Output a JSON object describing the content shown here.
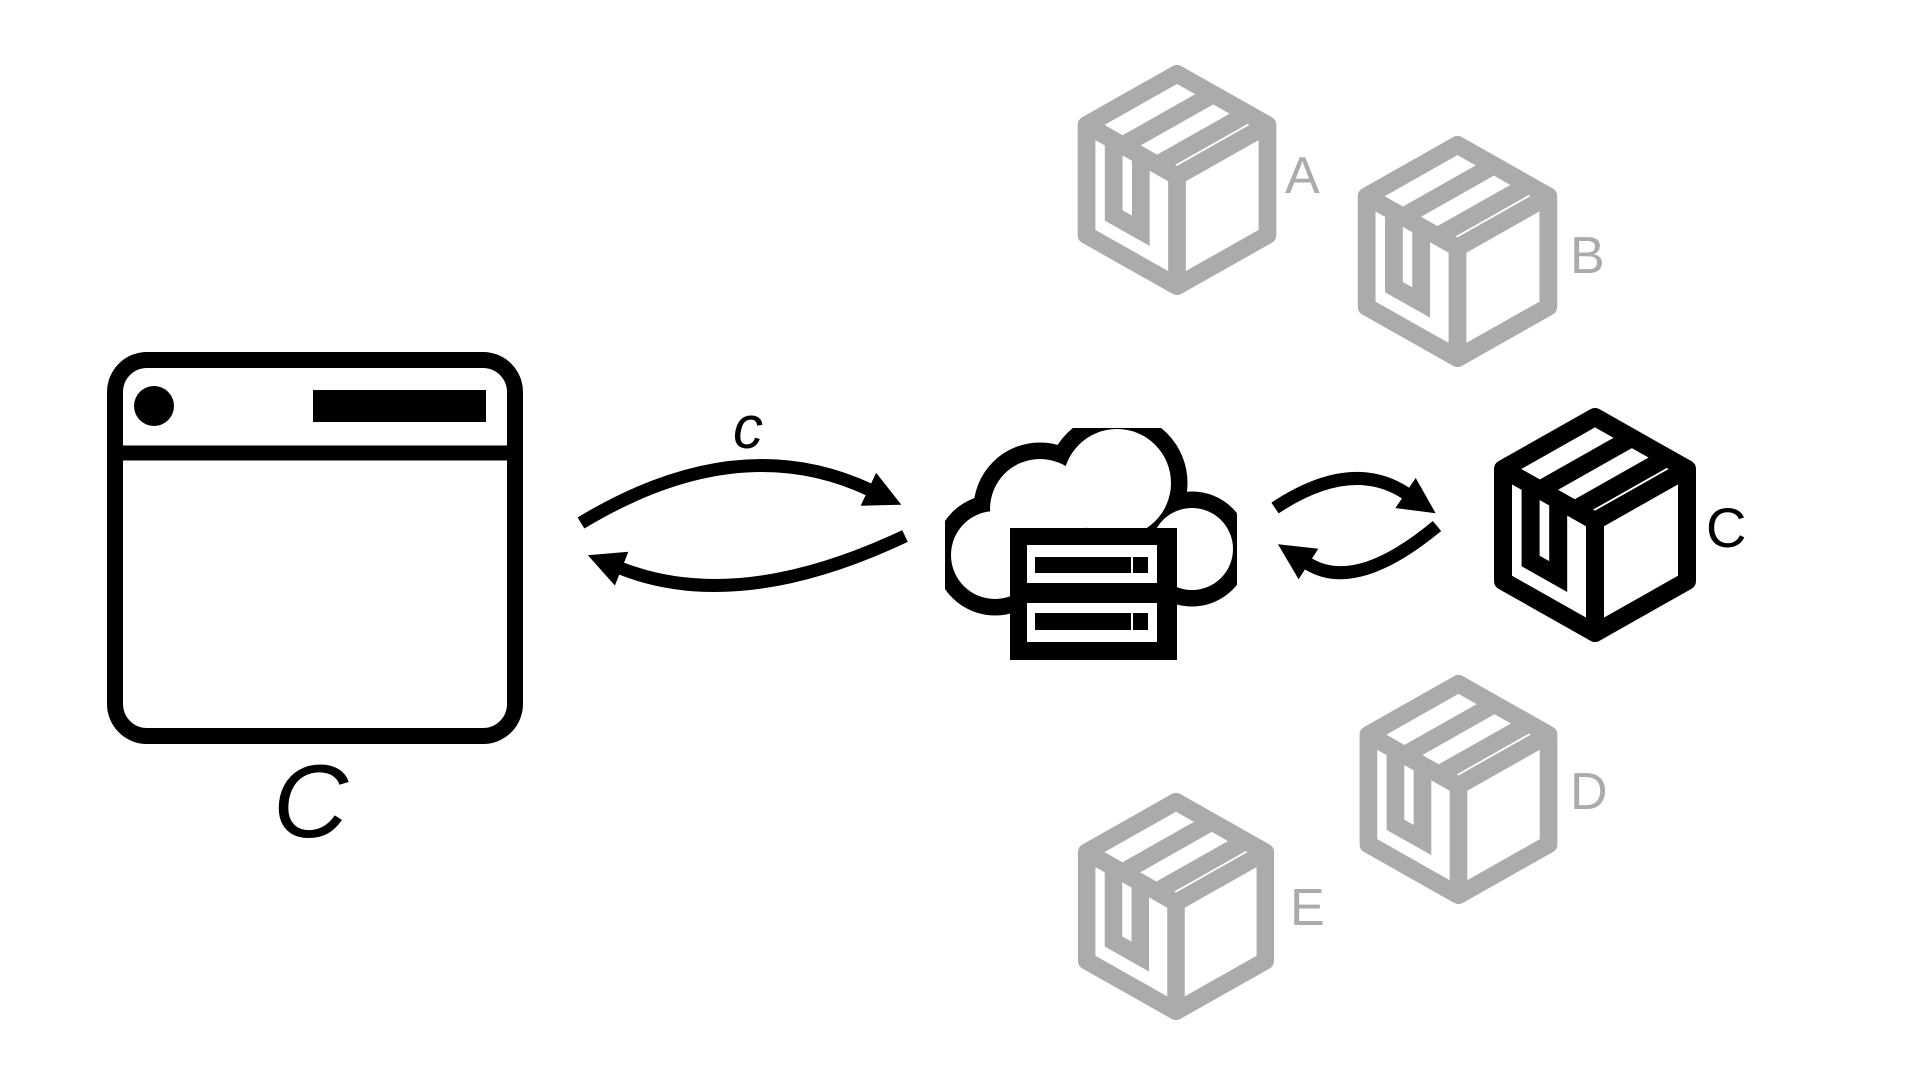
{
  "figure": {
    "background": "#ffffff",
    "ink_color": "#000000",
    "muted_color": "#ABABAB",
    "browser": {
      "icon": "browser-window-icon",
      "label": "C"
    },
    "request_channel": {
      "label": "c",
      "direction": "bidirectional"
    },
    "registry": {
      "icon": "cloud-server-icon"
    },
    "registry_channel": {
      "direction": "bidirectional"
    },
    "packages": [
      {
        "label": "A",
        "state": "inactive"
      },
      {
        "label": "B",
        "state": "inactive"
      },
      {
        "label": "C",
        "state": "active"
      },
      {
        "label": "D",
        "state": "inactive"
      },
      {
        "label": "E",
        "state": "inactive"
      }
    ]
  }
}
